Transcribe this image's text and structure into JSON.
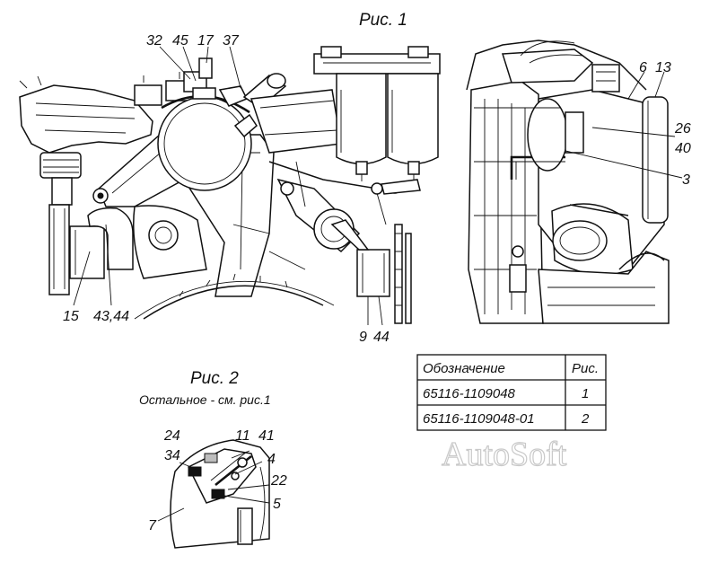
{
  "figures": {
    "fig1_title": "Рис. 1",
    "fig2_title": "Рис. 2",
    "fig2_note": "Остальное - см. рис.1"
  },
  "callouts_fig1": [
    {
      "id": "c32",
      "label": "32"
    },
    {
      "id": "c45",
      "label": "45"
    },
    {
      "id": "c17",
      "label": "17"
    },
    {
      "id": "c37",
      "label": "37"
    },
    {
      "id": "c6",
      "label": "6"
    },
    {
      "id": "c13",
      "label": "13"
    },
    {
      "id": "c26",
      "label": "26"
    },
    {
      "id": "c40",
      "label": "40"
    },
    {
      "id": "c3",
      "label": "3"
    },
    {
      "id": "c15",
      "label": "15"
    },
    {
      "id": "c4344",
      "label": "43,44"
    },
    {
      "id": "c9",
      "label": "9"
    },
    {
      "id": "c44",
      "label": "44"
    }
  ],
  "callouts_fig2": [
    {
      "id": "d24",
      "label": "24"
    },
    {
      "id": "d34",
      "label": "34"
    },
    {
      "id": "d11",
      "label": "11"
    },
    {
      "id": "d41",
      "label": "41"
    },
    {
      "id": "d4",
      "label": "4"
    },
    {
      "id": "d22",
      "label": "22"
    },
    {
      "id": "d5",
      "label": "5"
    },
    {
      "id": "d7",
      "label": "7"
    }
  ],
  "table": {
    "headers": [
      "Обозначение",
      "Рис."
    ],
    "rows": [
      [
        "65116-1109048",
        "1"
      ],
      [
        "65116-1109048-01",
        "2"
      ]
    ]
  },
  "watermark": "AutoSoft"
}
